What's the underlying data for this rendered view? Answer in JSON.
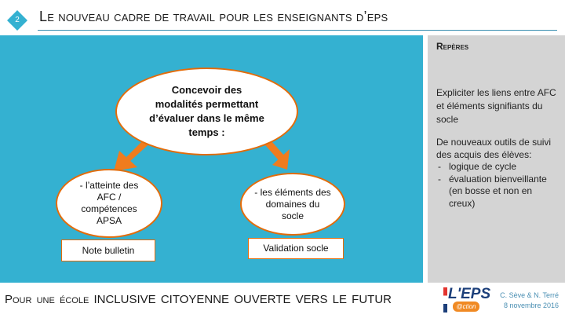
{
  "header": {
    "slide_number": "2",
    "title": "Le nouveau cadre de travail pour les enseignants d’eps"
  },
  "diagram": {
    "central": "Concevoir des modalités permettant d’évaluer dans le même temps :",
    "left_bubble": "- l’atteinte des AFC / compétences APSA",
    "right_bubble": "- les éléments des domaines du socle",
    "left_box": "Note bulletin",
    "right_box": "Validation socle"
  },
  "sidebar": {
    "heading": "Repères",
    "paragraph1": "Expliciter les liens entre AFC et éléments signifiants du socle",
    "paragraph2_intro": "De nouveaux outils de suivi des acquis des élèves:",
    "items": [
      "logique de cycle",
      "évaluation bienveillante (en bosse et non en creux)"
    ]
  },
  "footer": {
    "tagline": "Pour une école  INCLUSIVE  CITOYENNE  OUVERTE VERS LE FUTUR",
    "logo_text": "L'EPS",
    "logo_sub": "@ction",
    "credit_authors": "C. Sève & N. Terré",
    "credit_date": "8 novembre 2016"
  },
  "colors": {
    "main_panel": "#34b1d1",
    "side_panel": "#d4d4d4",
    "accent_orange": "#e36c0a",
    "badge": "#34b1d1"
  }
}
